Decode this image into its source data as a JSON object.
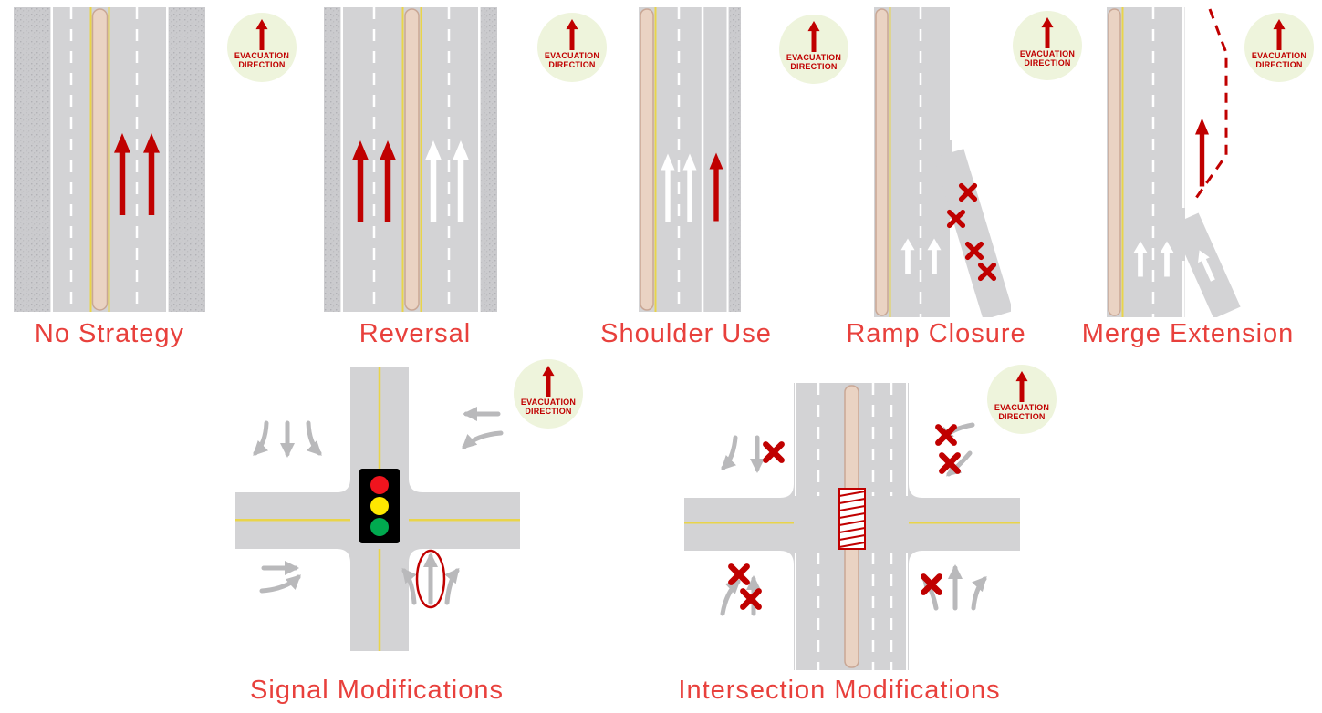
{
  "badge": {
    "line1": "EVACUATION",
    "line2": "DIRECTION"
  },
  "panels": [
    {
      "id": "no-strategy",
      "label": "No Strategy"
    },
    {
      "id": "reversal",
      "label": "Reversal"
    },
    {
      "id": "shoulder-use",
      "label": "Shoulder Use"
    },
    {
      "id": "ramp-closure",
      "label": "Ramp Closure"
    },
    {
      "id": "merge-extension",
      "label": "Merge Extension"
    },
    {
      "id": "signal-modifications",
      "label": "Signal Modifications"
    },
    {
      "id": "intersection-modifications",
      "label": "Intersection Modifications"
    }
  ],
  "colors": {
    "label_red": "#e8403c",
    "evacuation_red": "#c00000",
    "road_gray": "#d3d3d5",
    "shoulder_texture_gray": "#cbcbce",
    "median_tan": "#ead3c3",
    "median_border": "#c9a795",
    "lane_marking_white": "#ffffff",
    "lane_marking_yellow": "#e9d44a",
    "movement_arrow_gray": "#b9b9bb",
    "badge_background": "#eef4dc",
    "signal_housing": "#000000",
    "signal_red": "#f0141e",
    "signal_yellow": "#ffe800",
    "signal_green": "#00a94f"
  },
  "icons": {
    "badge_arrow": "up-arrow-icon",
    "closure_mark": "x-mark-icon",
    "traffic_signal": "traffic-signal-icon"
  }
}
